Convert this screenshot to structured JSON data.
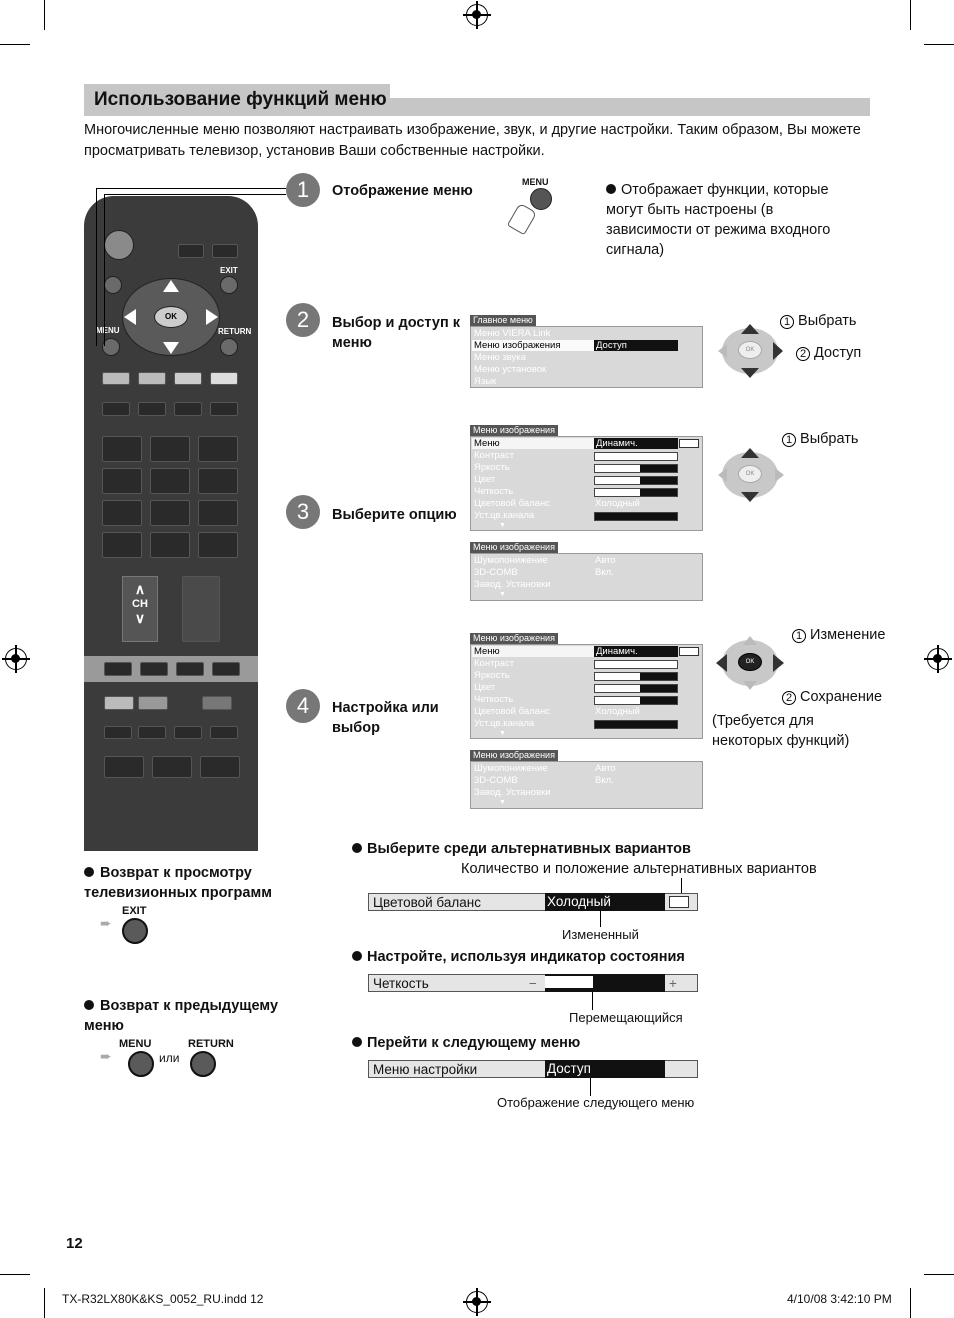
{
  "header": {
    "title": "Использование функций меню"
  },
  "intro": "Многочисленные меню позволяют настраивать изображение, звук, и другие настройки. Таким образом, Вы можете просматривать телевизор, установив Ваши собственные настройки.",
  "remote": {
    "exit_label": "EXIT",
    "menu_label": "MENU",
    "return_label": "RETURN",
    "ok_label": "OK",
    "ch_label": "CH"
  },
  "steps": [
    {
      "num": "1",
      "label": "Отображение меню",
      "button": "MENU",
      "note": "Отображает функции, которые могут быть настроены (в зависимости от режима входного сигнала)"
    },
    {
      "num": "2",
      "label": "Выбор и доступ к меню",
      "select": "Выбрать",
      "access": "Доступ"
    },
    {
      "num": "3",
      "label": "Выберите опцию",
      "select": "Выбрать"
    },
    {
      "num": "4",
      "label": "Настройка или выбор",
      "change": "Изменение",
      "save": "Сохранение",
      "note": "(Требуется для некоторых функций)"
    }
  ],
  "osd_main": {
    "tab": "Главное меню",
    "rows": [
      "Меню VIERA Link",
      "Меню изображения",
      "Меню звука",
      "Меню установок",
      "Язык"
    ],
    "access_value": "Доступ"
  },
  "osd_picture": {
    "tab": "Меню изображения",
    "rows": [
      "Меню",
      "Контраст",
      "Яркость",
      "Цвет",
      "Четкость",
      "Цветовой баланс",
      "Уст.цв.канала"
    ],
    "mode_value": "Динамич.",
    "balance_value": "Холодный",
    "bar_levels": [
      1.0,
      0.55,
      0.55,
      0.55
    ],
    "down_arrow": "▼"
  },
  "osd_picture2": {
    "tab": "Меню изображения",
    "rows": [
      "Шумопонижение",
      "3D-COMB",
      "Завод. Установки"
    ],
    "values": [
      "Авто",
      "Вкл."
    ],
    "down_arrow": "▼"
  },
  "ok_small": "OK",
  "circled": {
    "one": "1",
    "two": "2"
  },
  "alternatives": {
    "heading": "Выберите среди альтернативных вариантов",
    "caption_top": "Количество и положение альтернативных вариантов",
    "bar_label": "Цветовой баланс",
    "bar_value": "Холодный",
    "caption_bottom": "Измененный"
  },
  "indicator": {
    "heading": "Настройте, используя индикатор состояния",
    "bar_label": "Четкость",
    "minus": "−",
    "plus": "+",
    "level": 0.4,
    "caption": "Перемещающийся"
  },
  "next_menu": {
    "heading": "Перейти к следующему меню",
    "bar_label": "Меню настройки",
    "bar_value": "Доступ",
    "caption": "Отображение следующего меню"
  },
  "return_tv": {
    "heading": "Возврат к просмотру телевизионных программ",
    "button": "EXIT"
  },
  "return_prev": {
    "heading": "Возврат к предыдущему меню",
    "button1": "MENU",
    "or": "или",
    "button2": "RETURN"
  },
  "footer": {
    "page": "12",
    "file": "TX-R32LX80K&KS_0052_RU.indd   12",
    "date": "4/10/08   3:42:10 PM"
  }
}
